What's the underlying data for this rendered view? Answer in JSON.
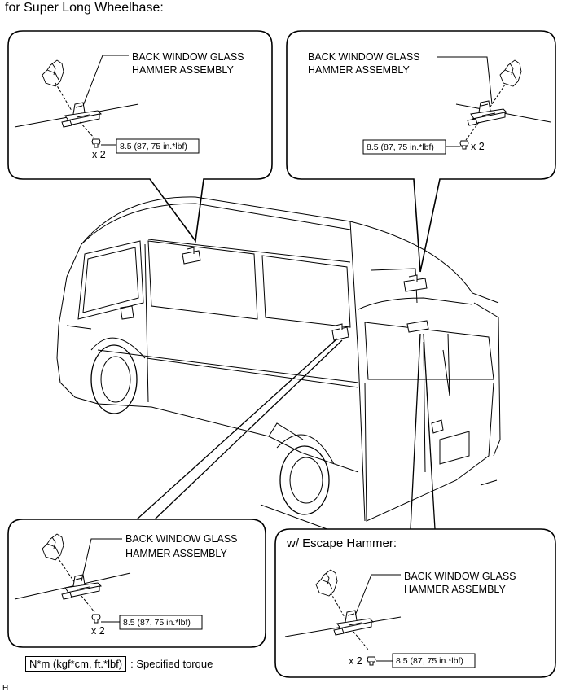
{
  "heading": "for Super Long Wheelbase:",
  "footer_mark": "H",
  "legend": {
    "box_text": "N*m (kgf*cm, ft.*lbf)",
    "suffix": ": Specified torque"
  },
  "callouts": {
    "top_left": {
      "label_line1": "BACK WINDOW GLASS",
      "label_line2": "HAMMER ASSEMBLY",
      "torque": "8.5 (87, 75 in.*lbf)",
      "multiplier": "x 2"
    },
    "top_right": {
      "label_line1": "BACK WINDOW GLASS",
      "label_line2": "HAMMER ASSEMBLY",
      "torque": "8.5 (87, 75 in.*lbf)",
      "multiplier": "x 2"
    },
    "bottom_left": {
      "label_line1": "BACK WINDOW GLASS",
      "label_line2": "HAMMER ASSEMBLY",
      "torque": "8.5 (87, 75 in.*lbf)",
      "multiplier": "x 2"
    },
    "bottom_right": {
      "subtitle": "w/ Escape Hammer:",
      "label_line1": "BACK WINDOW GLASS",
      "label_line2": "HAMMER ASSEMBLY",
      "torque": "8.5 (87, 75 in.*lbf)",
      "multiplier": "x 2"
    }
  }
}
